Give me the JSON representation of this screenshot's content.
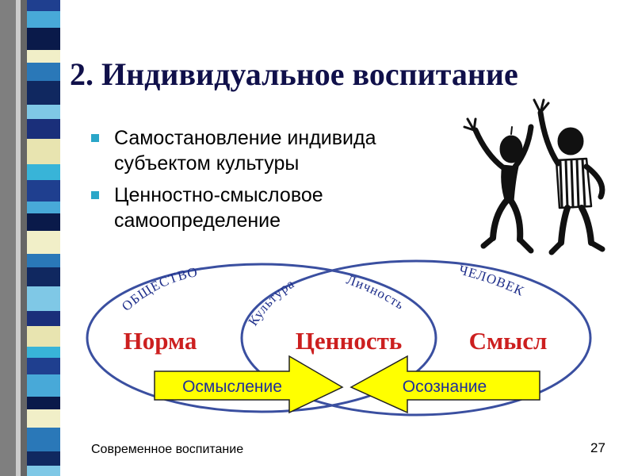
{
  "slide": {
    "title": "2. Индивидуальное воспитание",
    "bullets": [
      "Самостановление индивида субъектом культуры",
      "Ценностно-смысловое самоопределение"
    ]
  },
  "diagram": {
    "arc_labels": {
      "society": "ОБЩЕСТВО",
      "culture": "Культура",
      "personality": "Личность",
      "human": "ЧЕЛОВЕК"
    },
    "terms": {
      "norm": "Норма",
      "value": "Ценность",
      "meaning": "Смысл"
    },
    "arrows": {
      "left": "Осмысление",
      "right": "Осознание"
    }
  },
  "footer": {
    "text": "Современное воспитание",
    "page": "27"
  },
  "colors": {
    "title": "#10104a",
    "bullet": "#2aa6c8",
    "ellipse": "#3a4fa0",
    "arc_text": "#1e2e8a",
    "term": "#cc1f1f",
    "arrow_fill": "#ffff00",
    "arrow_text": "#1e2e9a"
  }
}
